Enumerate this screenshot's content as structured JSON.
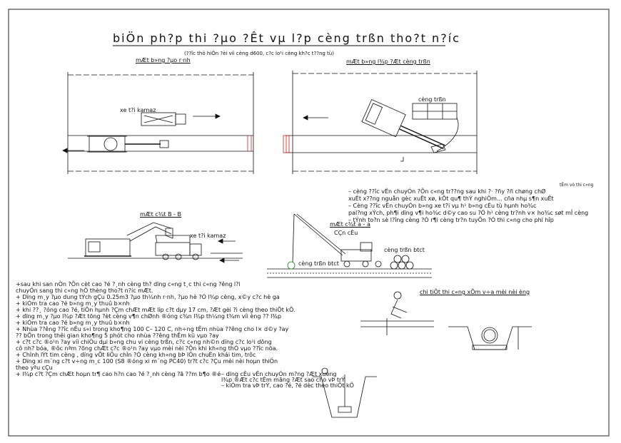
{
  "title": "biÖn ph?p thi ?µo ?Êt vµ l?p cèng trßn tho?t n?íc",
  "subtitle": "(??îc thö hiÖn ?èi víi cèng d600, c?c lo¹i cèng kh?c t??ng tù)",
  "views": {
    "excavation_plan": {
      "heading": "mÆt b»ng ?µo r·nh",
      "truck_label": "xe t?i kamaz"
    },
    "laying_plan": {
      "heading": "mÆt b»ng l¾p ?Æt cèng trßn",
      "pipe_label": "cèng trßn",
      "note_label": "tÊm vò thi c«ng"
    },
    "section_bb": {
      "heading": "mÆt c¾t B - B",
      "truck_label": "xe t?i kamaz"
    },
    "section_aa": {
      "heading": "mÆt c¾t a - a",
      "crane_label": "CÇn cÈu",
      "pipe_label": "cèng trßn btct",
      "stack_label": "cèng trßn   btct"
    },
    "detail": {
      "heading": "chi tiÕt thi c«ng xÕm v÷a mèi nèi èng"
    }
  },
  "notes_right": [
    "– cèng ??îc vËn chuyÓn ?Õn c«ng tr??ng sau khi ?· ?ñy ?ñ chøng chØ",
    "xuÊt x??ng nguån gèc xuÊt xø, kÕt qu¶ thÝ nghiÖm... cña nhµ s¶n xuÊt",
    "– Cèng ??îc vËn chuyÓn b»ng xe t?i vµ h¹ b»ng cÈu tù  hµnh ho¾c",
    "pal?ng xÝch, ph¶i dïng v¶i ho¾c d©y cao su ?Ó h¹ cèng tr?nh v× ho¾c søt mÎ cèng",
    "– tÝnh to?n sè l?îng cèng ?Ó r¶i cèng tr?n tuyÕn ?Ó thi c«ng cho phï hîp"
  ],
  "notes_left": [
    "+sau khi san nÒn ?Õn cèt cao ?é ?¸nh cèng th? dïng c«ng t¸c thi c«ng ?êng l?i",
    "chuyÓn sang thi c«ng hÖ thèng tho?t n?íc mÆt.",
    "+ Dïng m¸y ?µo dung tÝch gÇu 0.25m3 ?µo th¼nh r·nh, ?µo hè ?Ó l¾p cèng, x©y c?c hè ga",
    "+ kiÓm tra cao ?é b»ng m¸y thuû b×nh",
    "+ khi ??¸ ?óng cao ?é, tiÕn hµnh ?Çm chÆt mÆt líp c?t dµy 17 cm, ?Æt gèi ?ì cèng theo thiÕt kÕ.",
    "+ dïng m¸y ?µo l¾p ?Æt tõng ?èt cèng v¶n chØnh ®óng c¾n l¾p th¼ng t¾m víi èng ?? l¾p",
    "+ kiÓm tra cao ?é b»ng m¸y thuû b×nh",
    "+ Nhùa ??êng ??îc nÊu s«i trong kho¶ng 100 C– 120 C, nh÷ng tÊm nhùa ??êng cho l× d©y ?ay",
    "?? bÕn trong thêi gian kho¶ng 5 phót cho nhùa ??êng thÊm kü vµo ?ay",
    "+ c?t c?c ®o¹n ?ay víi chiÒu dµi b»ng chu vi cèng trßn, c?c c«ng nh©n dïng c?c lo¹i dông",
    "cô nh? bóa, ®ôc nªm ?õng chÆt c?c ®o¹n ?ay vµo mèi nèi ?Õn khi kh«ng thÓ vµo ??îc nöa.",
    "+ ChÌnh lÝt tim cèng , dïng vÕt liÖu chÌn ?Ó cèng kh«ng bÞ lÖn chuÈn khái tim, trôc",
    "+ Dïng xi m¨ng c?t v÷ng m¸c 100 (S8 ®óng xi m¨ng PC40) tr?t c?c ?Çu mèi nèi hoµn thiÖn",
    "      theo yªu cÇu",
    "+ l¾p c?t ?Çm chÆt hoµn tr¶ cao h?n cao ?é ?¸nh cèng ?ã ??m b¶o ®é"
  ],
  "notes_bottom": [
    "– dïng cÈu vËn chuyÓn m?ng ?Æt xuèng",
    "  l¾p ®Æt c?c tÊm mãng ?Æt sao cho vÞ trÝ",
    "– kiÓm tra vÞ trÝ, cao ?é, ?é dèc theo thiÕt kÕ"
  ],
  "colors": {
    "line": "#111111",
    "blue_text": "#1a3bd8",
    "red": "#d81a1a",
    "sheet": "#ffffff"
  }
}
